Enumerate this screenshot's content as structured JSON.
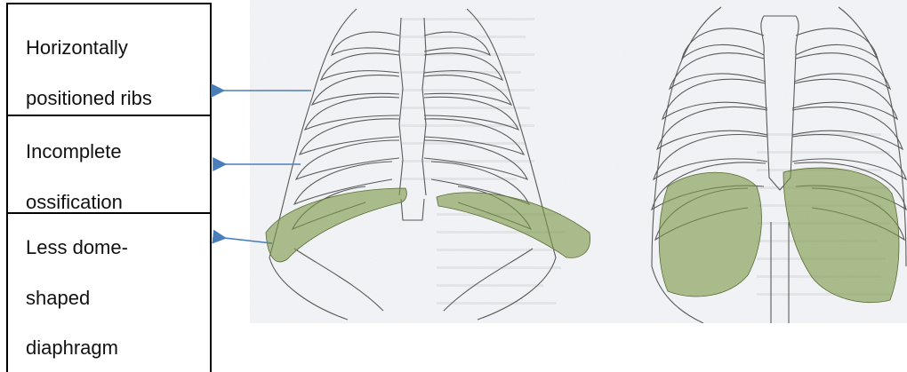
{
  "labels": {
    "ribs": {
      "line1": "Horizontally",
      "line2": "positioned ribs"
    },
    "ossification": {
      "line1": "Incomplete",
      "line2": "ossification"
    },
    "diaphragm": {
      "line1": "Less dome-",
      "line2": "shaped",
      "line3": "diaphragm"
    }
  },
  "colors": {
    "arrow": "#4a7ebb",
    "diaphragm_fill": "#7e9a4a",
    "line_art": "#555555",
    "paper": "#f2f3f6"
  }
}
